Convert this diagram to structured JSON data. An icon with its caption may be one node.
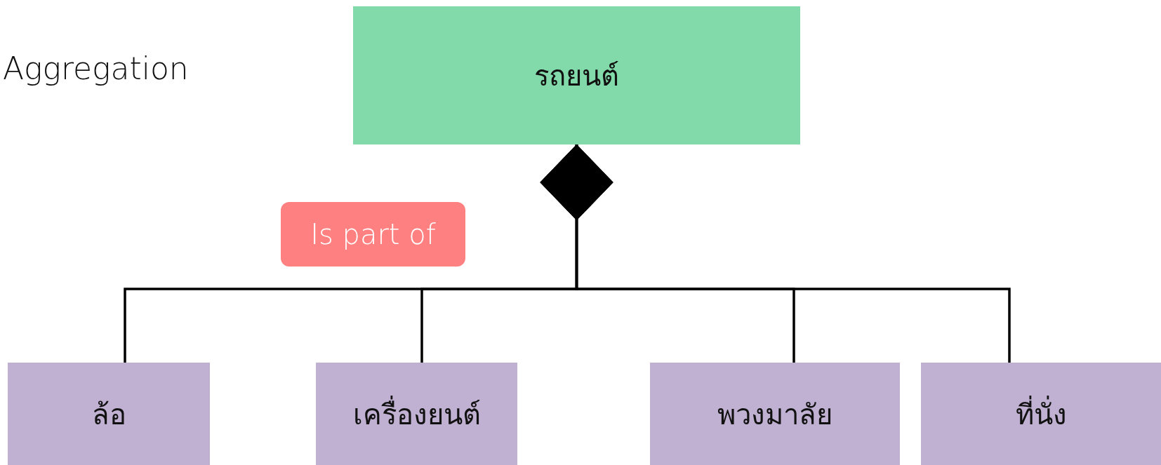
{
  "diagram": {
    "title": "Aggregation",
    "nodes": [
      {
        "text": [
          "รถยนต์"
        ]
      },
      {
        "text": [
          "Is part of"
        ]
      },
      {
        "text": [
          "ล้อ"
        ]
      },
      {
        "text": [
          "เครื่องยนต์"
        ]
      },
      {
        "text": [
          "พวงมาลัย"
        ]
      },
      {
        "text": [
          "ที่นั่ง"
        ]
      }
    ],
    "edges": [
      {
        "from": 2,
        "to": 0,
        "arrow": "other"
      },
      {
        "from": 3,
        "to": 0,
        "arrow": "other"
      },
      {
        "from": 4,
        "to": 0,
        "arrow": "other"
      },
      {
        "from": 5,
        "to": 0,
        "arrow": "other"
      }
    ]
  }
}
